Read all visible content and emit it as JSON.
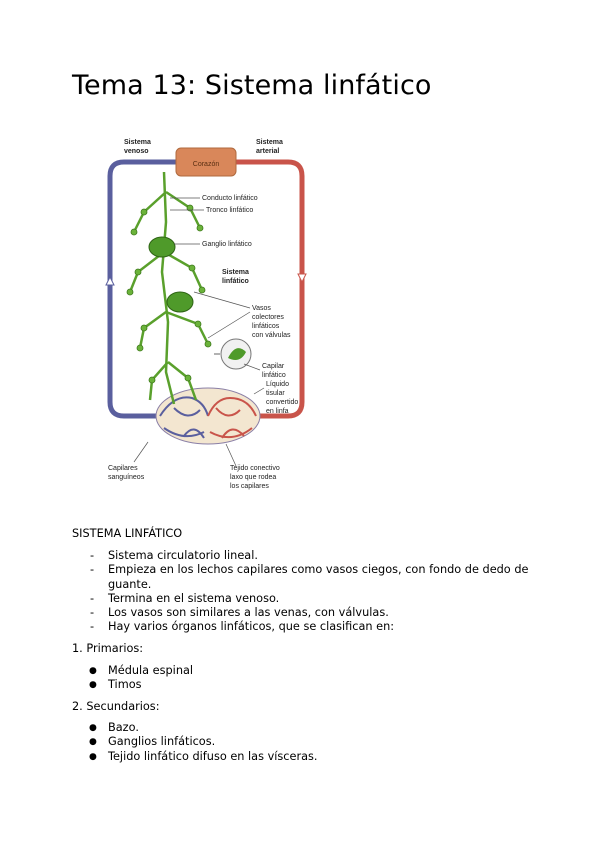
{
  "page": {
    "title": "Tema 13: Sistema linfático"
  },
  "figure": {
    "labels": {
      "sistema_venoso_1": "Sistema",
      "sistema_venoso_2": "venoso",
      "sistema_arterial_1": "Sistema",
      "sistema_arterial_2": "arterial",
      "corazon": "Corazón",
      "conducto_linfatico": "Conducto linfático",
      "tronco_linfatico": "Tronco linfático",
      "ganglio_linfatico": "Ganglio linfático",
      "sistema_linfatico_1": "Sistema",
      "sistema_linfatico_2": "linfático",
      "vasos_1": "Vasos",
      "vasos_2": "colectores",
      "vasos_3": "linfáticos",
      "vasos_4": "con válvulas",
      "capilar_1": "Capilar",
      "capilar_2": "linfático",
      "liquido_1": "Líquido",
      "liquido_2": "tisular",
      "liquido_3": "convertido",
      "liquido_4": "en linfa",
      "capilares_1": "Capilares",
      "capilares_2": "sanguíneos",
      "tejido_1": "Tejido conectivo",
      "tejido_2": "laxo que rodea",
      "tejido_3": "los capilares"
    },
    "colors": {
      "venous": "#5a5f9e",
      "arterial": "#c9544a",
      "lymph": "#5aa02c",
      "heart": "#d9875a"
    }
  },
  "section": {
    "heading": "SISTEMA LINFÁTICO",
    "dash_mark": "-",
    "bullet_mark": "●",
    "items": [
      "Sistema circulatorio lineal.",
      "Empieza en los lechos capilares como vasos ciegos, con fondo de dedo de guante.",
      "Termina en el sistema venoso.",
      "Los vasos son similares a las venas, con válvulas.",
      "Hay varios órganos linfáticos, que se clasifican en:"
    ],
    "primarios": {
      "label": "1. Primarios:",
      "items": [
        "Médula espinal",
        "Timos"
      ]
    },
    "secundarios": {
      "label": "2. Secundarios:",
      "items": [
        "Bazo.",
        "Ganglios linfáticos.",
        "Tejido linfático difuso en las vísceras."
      ]
    }
  }
}
